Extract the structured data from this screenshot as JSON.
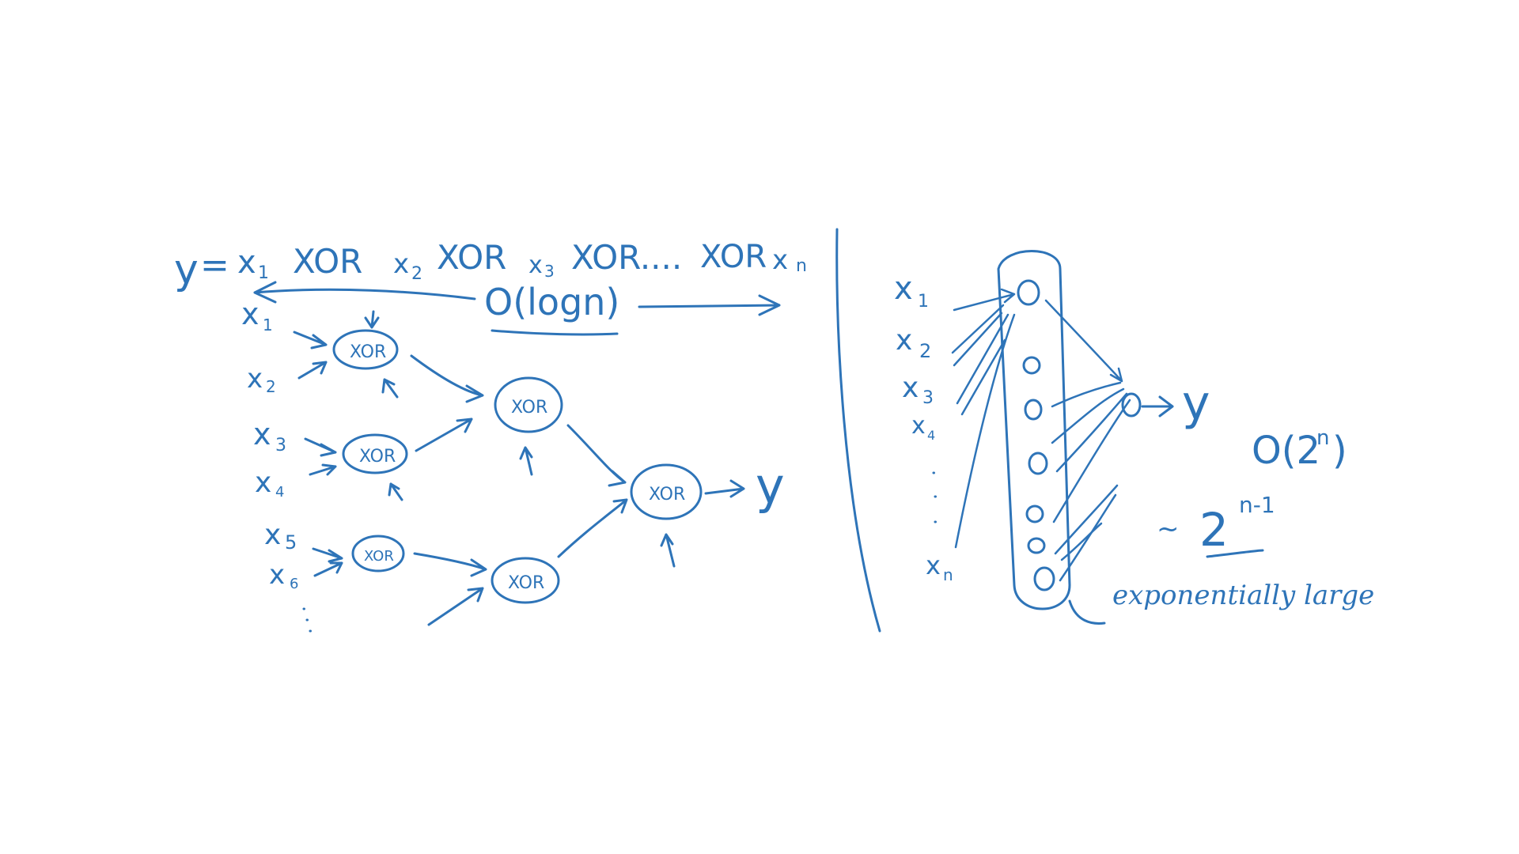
{
  "equation": {
    "y": "y",
    "eq": "=",
    "t1": "x",
    "s1": "1",
    "xor1": "XOR",
    "t2": "x",
    "s2": "2",
    "xor2": "XOR",
    "t3": "x",
    "s3": "3",
    "xor3": "XOR....",
    "xor4": "XOR",
    "t4": "x",
    "s4": "n"
  },
  "depth_label": "O(logn)",
  "tree": {
    "gate_label": "XOR",
    "output": "y",
    "inputs": [
      {
        "base": "x",
        "sub": "1"
      },
      {
        "base": "x",
        "sub": "2"
      },
      {
        "base": "x",
        "sub": "3"
      },
      {
        "base": "x",
        "sub": "4"
      },
      {
        "base": "x",
        "sub": "5"
      },
      {
        "base": "x",
        "sub": "6"
      }
    ]
  },
  "shallow": {
    "inputs": [
      {
        "base": "x",
        "sub": "1"
      },
      {
        "base": "x",
        "sub": "2"
      },
      {
        "base": "x",
        "sub": "3"
      },
      {
        "base": "x",
        "sub": "4"
      },
      {
        "base": "x",
        "sub": "n"
      }
    ],
    "output": "y",
    "complexity_base": "O(2",
    "complexity_exp": "n",
    "complexity_close": ")",
    "approx": "~",
    "approx_base": "2",
    "approx_exp": "n-1",
    "note": "exponentially large"
  },
  "colors": {
    "ink": "#2e74b8",
    "background": "#ffffff"
  }
}
